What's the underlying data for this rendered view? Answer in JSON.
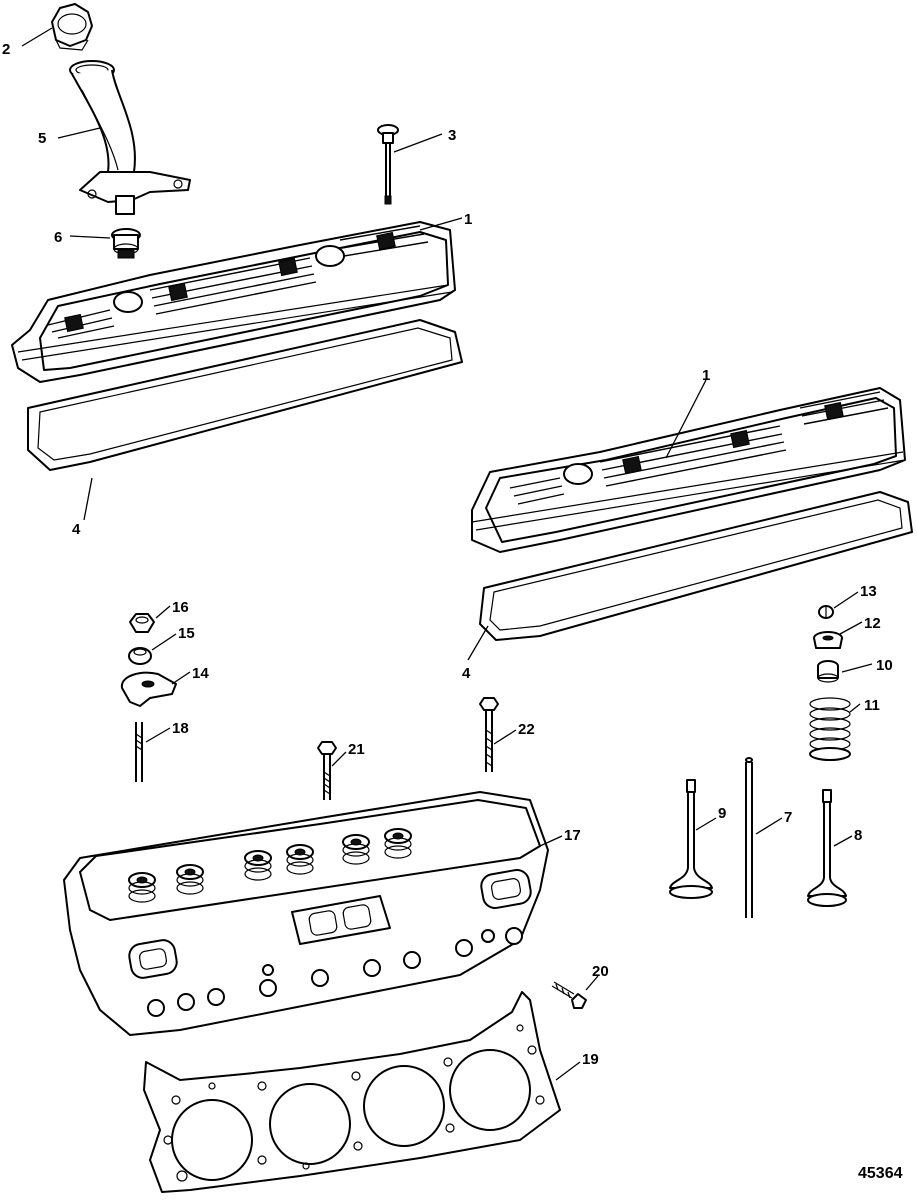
{
  "figure": {
    "reference_number": "45364"
  },
  "callouts": {
    "c1a": "1",
    "c1b": "1",
    "c2": "2",
    "c3": "3",
    "c4a": "4",
    "c4b": "4",
    "c5": "5",
    "c6": "6",
    "c7": "7",
    "c8": "8",
    "c9": "9",
    "c10": "10",
    "c11": "11",
    "c12": "12",
    "c13": "13",
    "c14": "14",
    "c15": "15",
    "c16": "16",
    "c17": "17",
    "c18": "18",
    "c19": "19",
    "c20": "20",
    "c21": "21",
    "c22": "22"
  },
  "parts": [
    {
      "id": "rocker-arm-cover-left",
      "icon": "valve-cover-icon"
    },
    {
      "id": "rocker-arm-cover-right",
      "icon": "valve-cover-icon"
    },
    {
      "id": "oil-fill-cap",
      "icon": "cap-icon"
    },
    {
      "id": "cover-bolt",
      "icon": "bolt-icon"
    },
    {
      "id": "cover-gasket-left",
      "icon": "gasket-icon"
    },
    {
      "id": "cover-gasket-right",
      "icon": "gasket-icon"
    },
    {
      "id": "oil-fill-tube",
      "icon": "tube-icon"
    },
    {
      "id": "grommet",
      "icon": "grommet-icon"
    },
    {
      "id": "push-rod",
      "icon": "rod-icon"
    },
    {
      "id": "exhaust-valve",
      "icon": "valve-icon"
    },
    {
      "id": "intake-valve",
      "icon": "valve-icon"
    },
    {
      "id": "valve-seal",
      "icon": "seal-icon"
    },
    {
      "id": "valve-spring",
      "icon": "spring-icon"
    },
    {
      "id": "spring-retainer",
      "icon": "retainer-icon"
    },
    {
      "id": "valve-keeper",
      "icon": "keeper-icon"
    },
    {
      "id": "rocker-arm",
      "icon": "rocker-arm-icon"
    },
    {
      "id": "rocker-ball",
      "icon": "ball-icon"
    },
    {
      "id": "rocker-nut",
      "icon": "nut-icon"
    },
    {
      "id": "cylinder-head",
      "icon": "cylinder-head-icon"
    },
    {
      "id": "rocker-stud",
      "icon": "stud-icon"
    },
    {
      "id": "head-gasket",
      "icon": "head-gasket-icon"
    },
    {
      "id": "plug-bolt",
      "icon": "bolt-icon"
    },
    {
      "id": "short-head-bolt",
      "icon": "bolt-icon"
    },
    {
      "id": "long-head-bolt",
      "icon": "bolt-icon"
    }
  ]
}
